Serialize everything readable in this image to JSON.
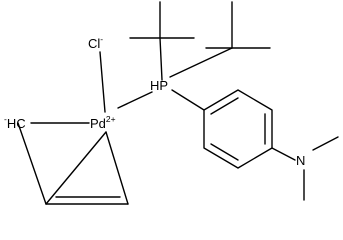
{
  "molecule": {
    "atoms": {
      "chloride": {
        "symbol": "Cl",
        "charge": "-"
      },
      "palladium": {
        "symbol": "Pd",
        "charge": "2+"
      },
      "phosphorus": {
        "symbol": "HP"
      },
      "nitrogen": {
        "symbol": "N"
      },
      "carbanion": {
        "symbol": "HC",
        "charge": "-"
      }
    }
  }
}
